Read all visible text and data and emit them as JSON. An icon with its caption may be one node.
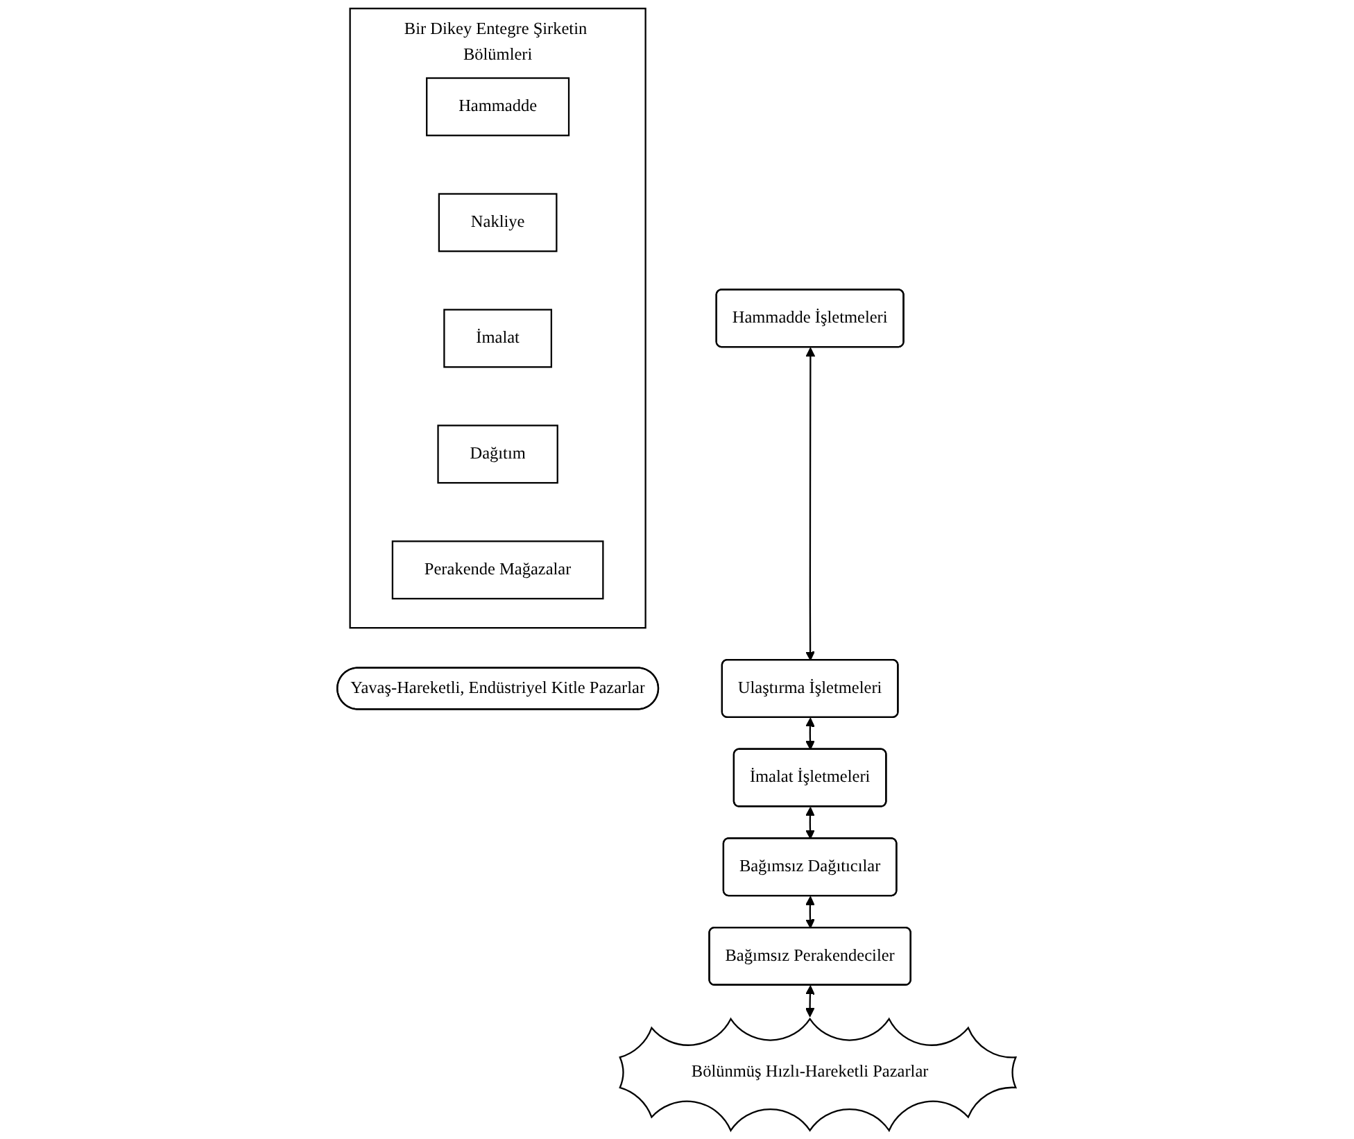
{
  "diagram": {
    "nodes": [
      {
        "text": [
          "Bir Dikey Entegre Şirketin Bölümleri"
        ]
      },
      {
        "text": [
          "Hammadde"
        ],
        "in": 0
      },
      {
        "text": [
          "Nakliye"
        ],
        "in": 0
      },
      {
        "text": [
          "İmalat"
        ],
        "in": 0
      },
      {
        "text": [
          "Dağıtım"
        ],
        "in": 0
      },
      {
        "text": [
          "Perakende Mağazalar"
        ],
        "in": 0
      },
      {
        "text": [
          "Yavaş-Hareketli, Endüstriyel Kitle Pazarlar"
        ]
      },
      {
        "text": [
          "Hammadde İşletmeleri"
        ]
      },
      {
        "text": [
          "Ulaştırma İşletmeleri"
        ]
      },
      {
        "text": [
          "İmalat İşletmeleri"
        ]
      },
      {
        "text": [
          "Bağımsız Dağıtıcılar"
        ]
      },
      {
        "text": [
          "Bağımsız Perakendeciler"
        ]
      },
      {
        "text": [
          "Bölünmüş Hızlı-Hareketli Pazarlar"
        ]
      }
    ],
    "edges": [
      {
        "from": 7,
        "to": 8,
        "arrow": "both"
      },
      {
        "from": 8,
        "to": 9,
        "arrow": "both"
      },
      {
        "from": 9,
        "to": 10,
        "arrow": "both"
      },
      {
        "from": 10,
        "to": 11,
        "arrow": "both"
      },
      {
        "from": 11,
        "to": 12,
        "arrow": "both"
      }
    ]
  }
}
